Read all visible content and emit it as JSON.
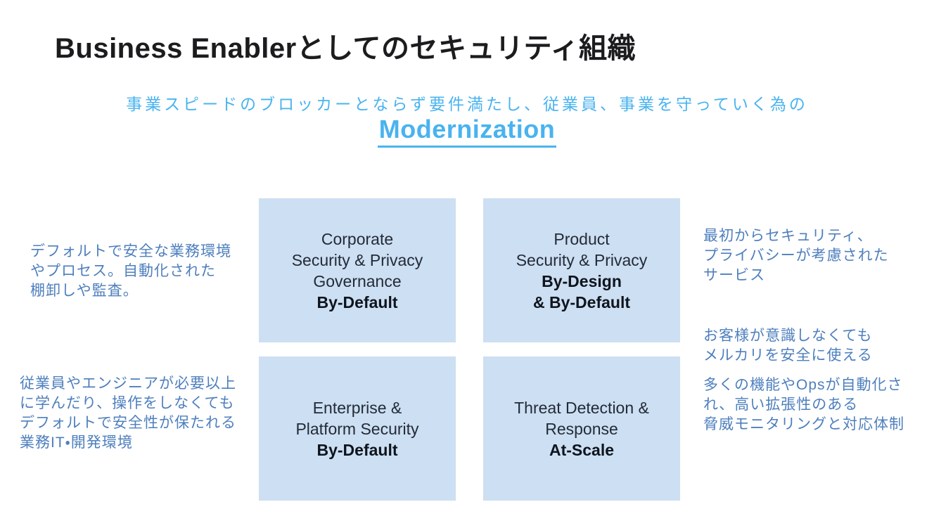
{
  "colors": {
    "background": "#ffffff",
    "title_text": "#1c1c1e",
    "accent_blue": "#49b3ef",
    "annotation_blue": "#4e7fbd",
    "box_background": "#cddff2",
    "box_text": "#232b38"
  },
  "header": {
    "title": "Business Enablerとしてのセキュリティ組織"
  },
  "intro": {
    "line": "事業スピードのブロッカーとならず要件満たし、従業員、事業を守っていく為の",
    "keyword": "Modernization"
  },
  "matrix": {
    "boxes": [
      {
        "id": "corporate-governance",
        "lines": [
          {
            "text": "Corporate",
            "bold": false
          },
          {
            "text": "Security & Privacy",
            "bold": false
          },
          {
            "text": "Governance",
            "bold": false
          },
          {
            "text": "By-Default",
            "bold": true
          }
        ]
      },
      {
        "id": "product-security",
        "lines": [
          {
            "text": "Product",
            "bold": false
          },
          {
            "text": "Security & Privacy",
            "bold": false
          },
          {
            "text": "By-Design",
            "bold": true
          },
          {
            "text": "& By-Default",
            "bold": true
          }
        ]
      },
      {
        "id": "enterprise-platform",
        "lines": [
          {
            "text": "Enterprise &",
            "bold": false
          },
          {
            "text": "Platform Security",
            "bold": false
          },
          {
            "text": "By-Default",
            "bold": true
          }
        ]
      },
      {
        "id": "threat-detection",
        "lines": [
          {
            "text": "Threat Detection &",
            "bold": false
          },
          {
            "text": "Response",
            "bold": false
          },
          {
            "text": "At-Scale",
            "bold": true
          }
        ]
      }
    ]
  },
  "annotations": {
    "left_top": {
      "lines": [
        "デフォルトで安全な業務環境",
        "やプロセス。自動化された",
        "棚卸しや監査。"
      ]
    },
    "left_bottom": {
      "lines": [
        "従業員やエンジニアが必要以上",
        "に学んだり、操作をしなくても",
        "デフォルトで安全性が保たれる",
        "業務IT・開発環境"
      ]
    },
    "right_top": {
      "paragraphs": [
        [
          "最初からセキュリティ、",
          "プライバシーが考慮された",
          "サービス"
        ],
        [
          "お客様が意識しなくても",
          "メルカリを安全に使える"
        ]
      ]
    },
    "right_bottom": {
      "lines": [
        "多くの機能やOpsが自動化さ",
        "れ、高い拡張性のある",
        "脅威モニタリングと対応体制"
      ]
    }
  }
}
